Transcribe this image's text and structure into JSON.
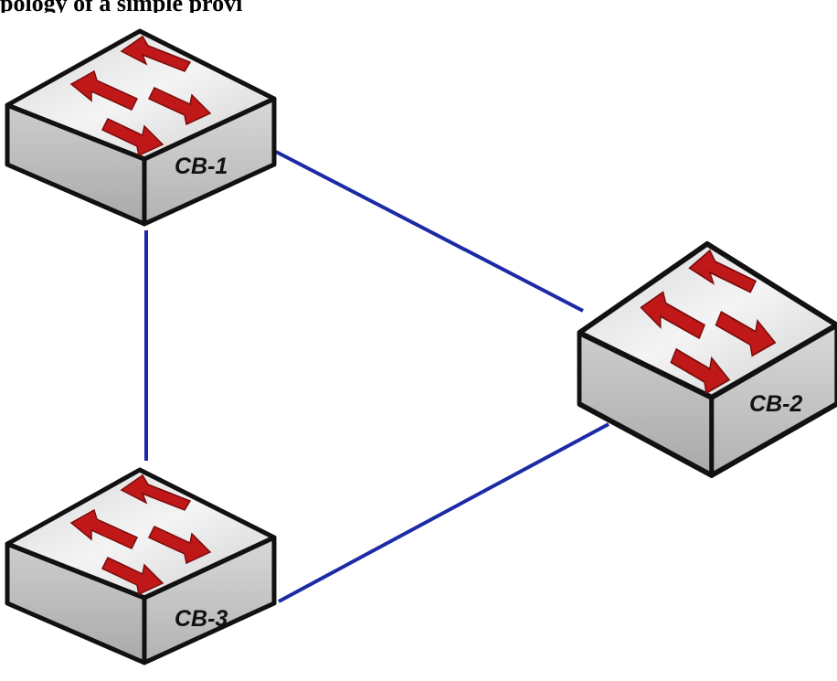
{
  "heading": {
    "text": "pology of a simple provi"
  },
  "colors": {
    "link": "#1c2aa6",
    "arrow": "#c01818",
    "switch_top": "#efefef",
    "switch_side": "#c4c4c4",
    "outline": "#111111"
  },
  "switches": [
    {
      "id": "cb1",
      "label": "CB-1",
      "icon": "switch-icon"
    },
    {
      "id": "cb2",
      "label": "CB-2",
      "icon": "switch-icon"
    },
    {
      "id": "cb3",
      "label": "CB-3",
      "icon": "switch-icon"
    }
  ],
  "links": [
    {
      "from": "CB-1",
      "to": "CB-2"
    },
    {
      "from": "CB-1",
      "to": "CB-3"
    },
    {
      "from": "CB-3",
      "to": "CB-2"
    }
  ]
}
